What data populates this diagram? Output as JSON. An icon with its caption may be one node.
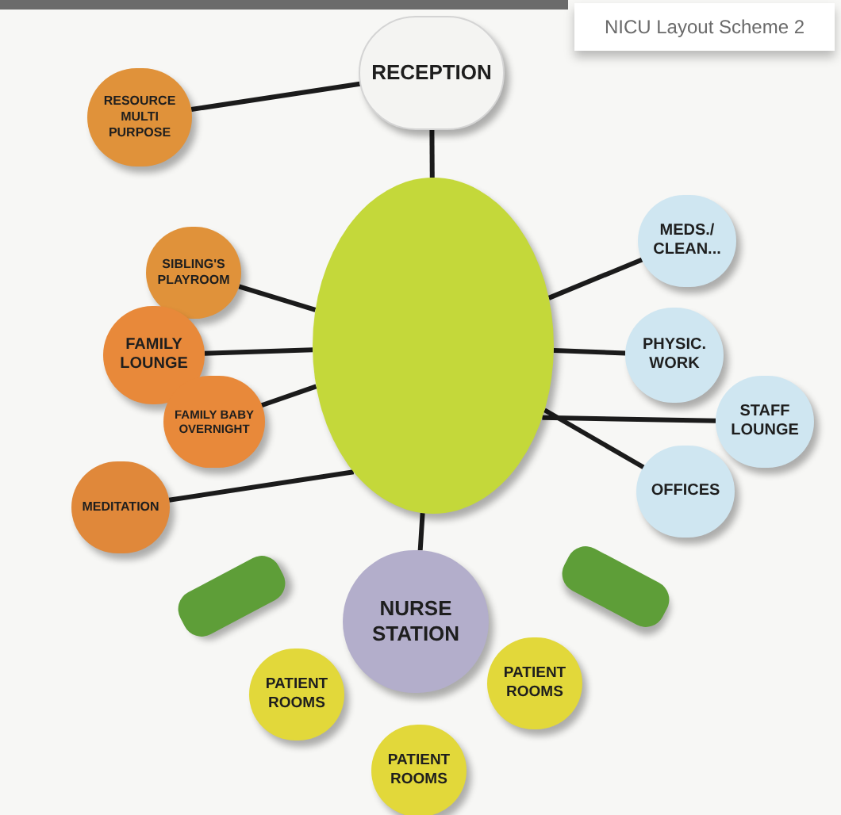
{
  "diagram": {
    "title": "NICU Layout Scheme 2",
    "nodes": [
      {
        "text": [
          "RECEPTION"
        ]
      },
      {
        "text": [
          "RESOURCE MULTI PURPOSE"
        ]
      },
      {
        "text": [],
        "shape": "ellipse"
      },
      {
        "text": [
          "MEDS./ CLEAN..."
        ]
      },
      {
        "text": [
          "SIBLING'S PLAYROOM"
        ]
      },
      {
        "text": [
          "FAMILY LOUNGE"
        ]
      },
      {
        "text": [
          "PHYSIC. WORK"
        ]
      },
      {
        "text": [
          "FAMILY BABY OVERNIGHT"
        ]
      },
      {
        "text": [
          "STAFF LOUNGE"
        ]
      },
      {
        "text": [
          "OFFICES"
        ]
      },
      {
        "text": [
          "MEDITATION"
        ]
      },
      {
        "text": [],
        "shape": "box"
      },
      {
        "text": [
          "NURSE STATION"
        ]
      },
      {
        "text": [],
        "shape": "box"
      },
      {
        "text": [
          "PATIENT ROOMS"
        ]
      },
      {
        "text": [
          "PATIENT ROOMS"
        ]
      },
      {
        "text": [
          "PATIENT ROOMS"
        ]
      }
    ],
    "edges": [
      {
        "from": 1,
        "to": 0,
        "arrow": "none"
      },
      {
        "from": 0,
        "to": 2,
        "arrow": "none"
      },
      {
        "from": 4,
        "to": 2,
        "arrow": "none"
      },
      {
        "from": 5,
        "to": 2,
        "arrow": "none"
      },
      {
        "from": 7,
        "to": 2,
        "arrow": "none"
      },
      {
        "from": 10,
        "to": 2,
        "arrow": "none"
      },
      {
        "from": 3,
        "to": 2,
        "arrow": "none"
      },
      {
        "from": 6,
        "to": 2,
        "arrow": "none"
      },
      {
        "from": 8,
        "to": 2,
        "arrow": "none"
      },
      {
        "from": 9,
        "to": 2,
        "arrow": "none"
      },
      {
        "from": 12,
        "to": 2,
        "arrow": "none"
      }
    ]
  }
}
